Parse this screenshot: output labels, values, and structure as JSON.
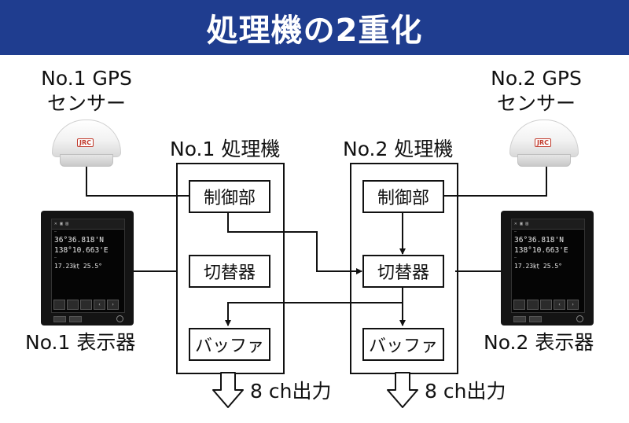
{
  "title": "処理機の2重化",
  "gps1": {
    "label_line1": "No.1 GPS",
    "label_line2": "センサー",
    "logo": "JRC"
  },
  "gps2": {
    "label_line1": "No.2 GPS",
    "label_line2": "センサー",
    "logo": "JRC"
  },
  "processor1": {
    "label": "No.1 処理機",
    "control": "制御部",
    "switch": "切替器",
    "buffer": "バッファ"
  },
  "processor2": {
    "label": "No.2 処理機",
    "control": "制御部",
    "switch": "切替器",
    "buffer": "バッファ"
  },
  "display1": {
    "label": "No.1 表示器",
    "line1": "36°36.818'N",
    "line2": "138°10.663'E",
    "line3": "17.23㏏  25.5°"
  },
  "display2": {
    "label": "No.2 表示器",
    "line1": "36°36.818'N",
    "line2": "138°10.663'E",
    "line3": "17.23㏏  25.5°"
  },
  "output1": "8 ch出力",
  "output2": "8 ch出力"
}
